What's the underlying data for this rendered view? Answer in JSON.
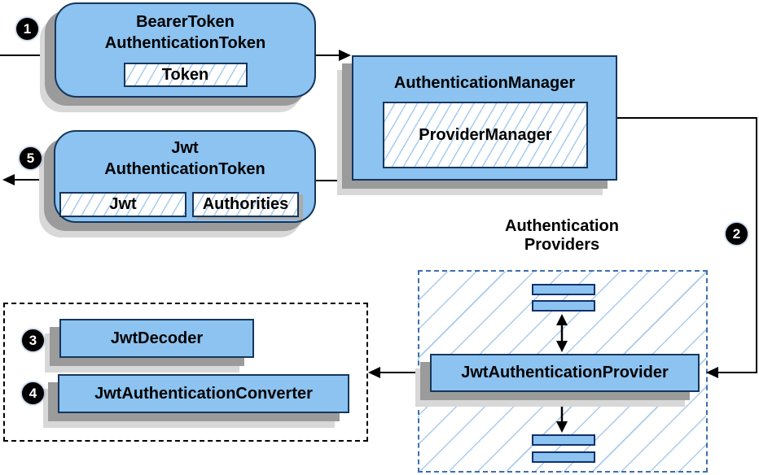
{
  "diagram": {
    "steps": {
      "one": "1",
      "two": "2",
      "three": "3",
      "four": "4",
      "five": "5"
    },
    "bearer_token": {
      "title_line1": "BearerToken",
      "title_line2": "AuthenticationToken",
      "field_token": "Token"
    },
    "authentication_manager": {
      "title": "AuthenticationManager",
      "field_provider_manager": "ProviderManager"
    },
    "jwt_authentication_token": {
      "title_line1": "Jwt",
      "title_line2": "AuthenticationToken",
      "field_jwt": "Jwt",
      "field_authorities": "Authorities"
    },
    "decoder_group": {
      "decoder_label": "JwtDecoder",
      "converter_label": "JwtAuthenticationConverter"
    },
    "providers": {
      "label_line1": "Authentication",
      "label_line2": "Providers",
      "provider_label": "JwtAuthenticationProvider"
    },
    "colors": {
      "node_fill": "#8CC3F0",
      "node_border": "#16365C",
      "hatch_line": "#A8CCEE",
      "providers_dash_border": "#3E6FAD",
      "connector": "#000000",
      "shadow_dark": "#9B9B9B",
      "shadow_light": "#D8D8D8"
    }
  }
}
